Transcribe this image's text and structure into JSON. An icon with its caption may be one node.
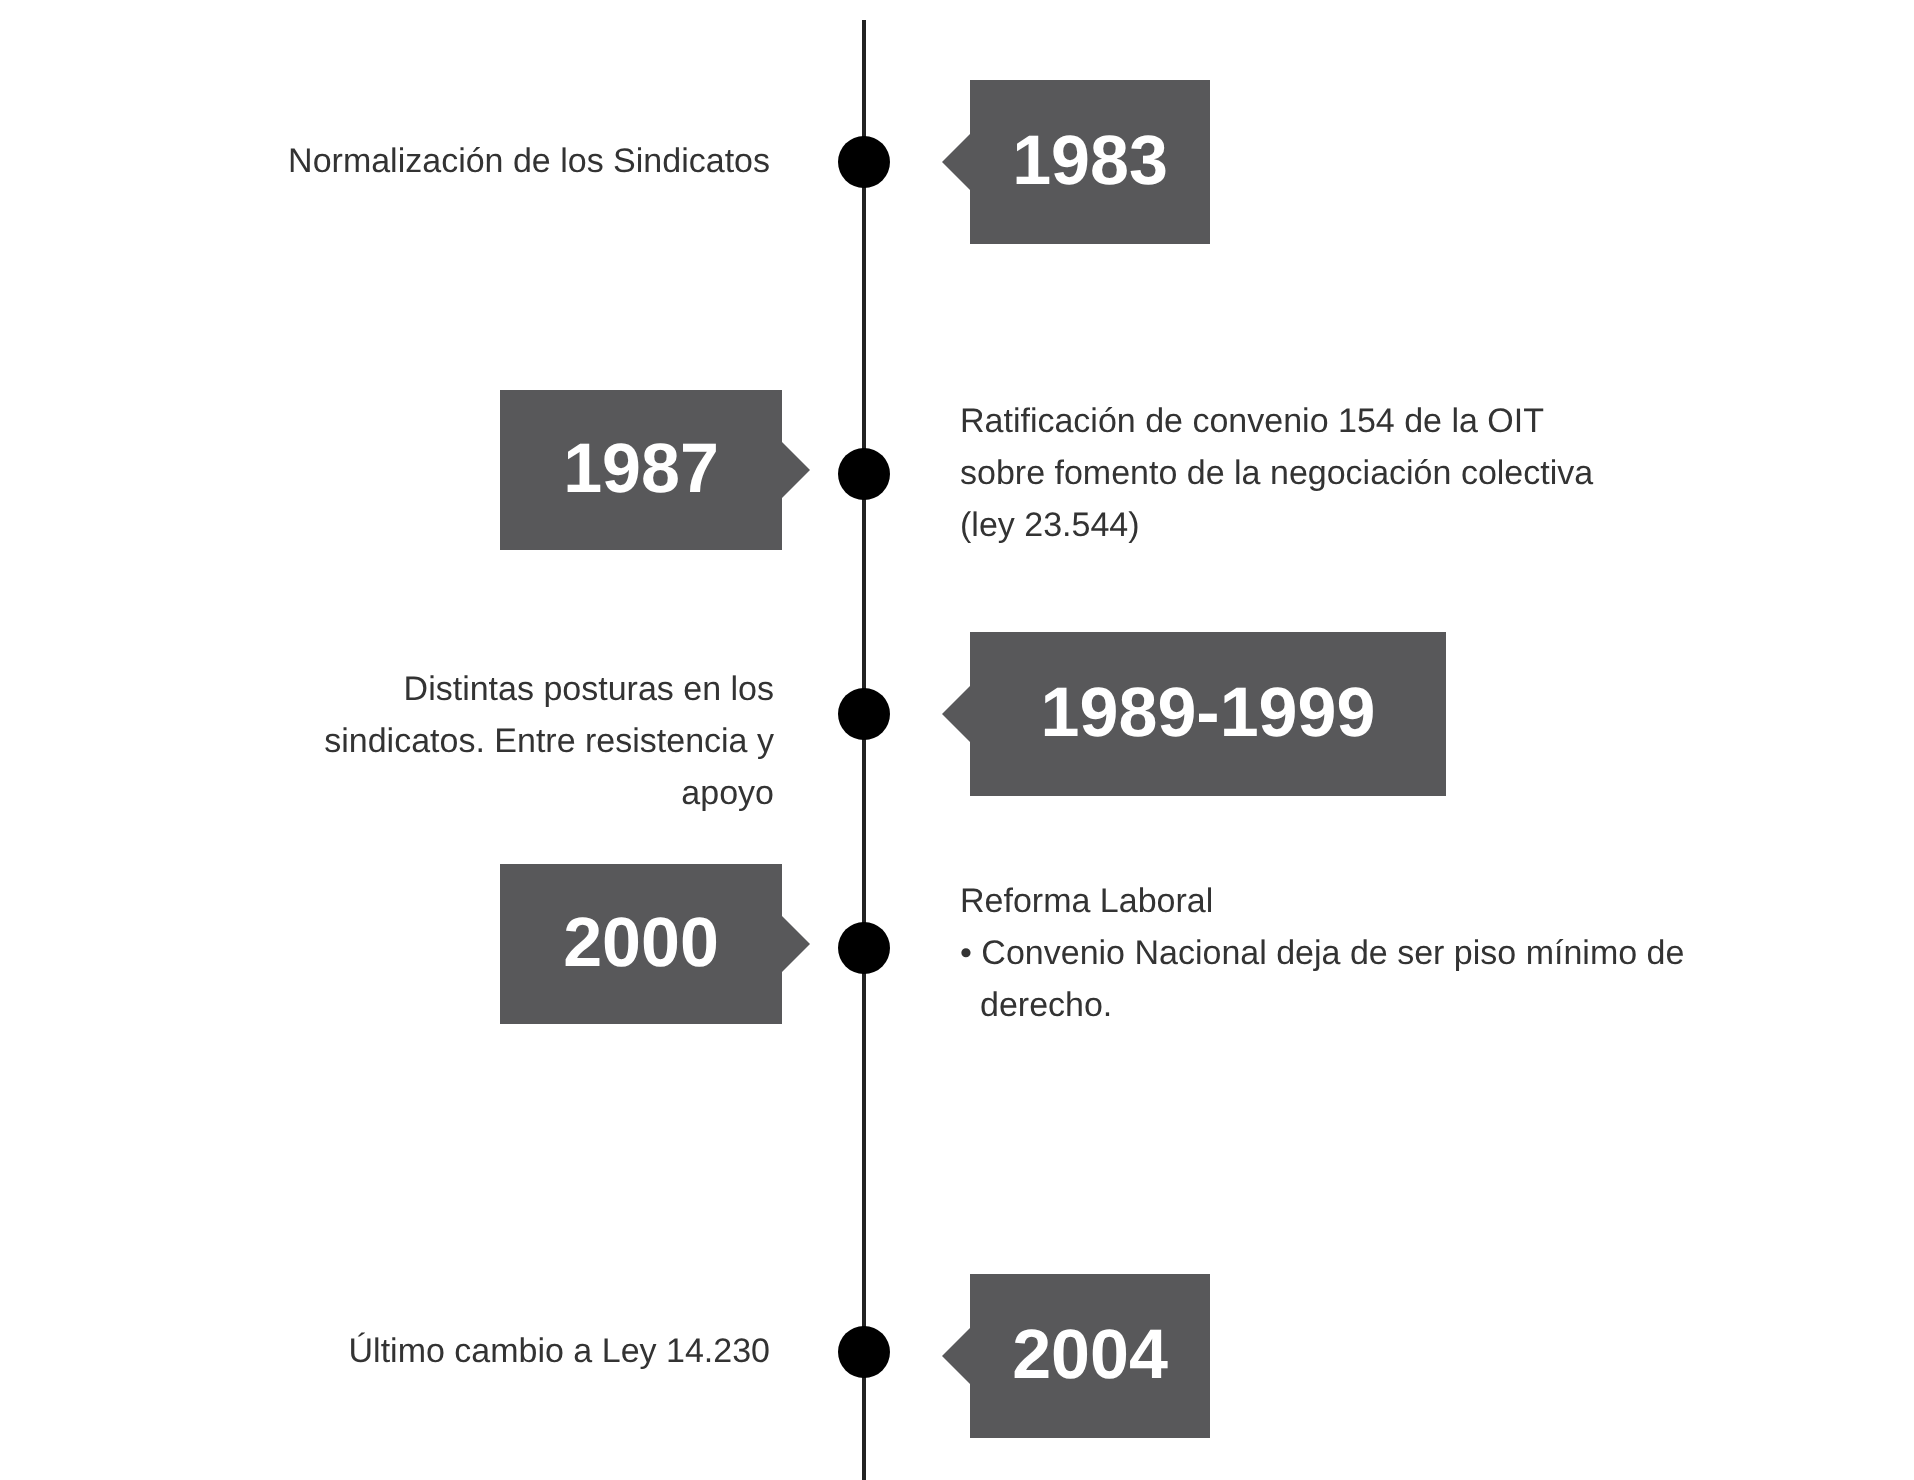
{
  "diagram": {
    "nodes": [
      {
        "text": [
          "1983"
        ]
      },
      {
        "text": [
          "1987"
        ]
      },
      {
        "text": [
          "1989-1999"
        ]
      },
      {
        "text": [
          "2000"
        ]
      },
      {
        "text": [
          "2004"
        ]
      }
    ],
    "labels": [
      "Normalización de los Sindicatos",
      "Ratificación de convenio 154 de la OIT sobre fomento de la negociación colectiva (ley 23.544)",
      "Distintas posturas en los sindicatos. Entre resistencia y apoyo",
      "Reforma Laboral",
      "• Convenio Nacional deja de ser piso mínimo de derecho.",
      "Último cambio a Ley 14.230"
    ]
  }
}
